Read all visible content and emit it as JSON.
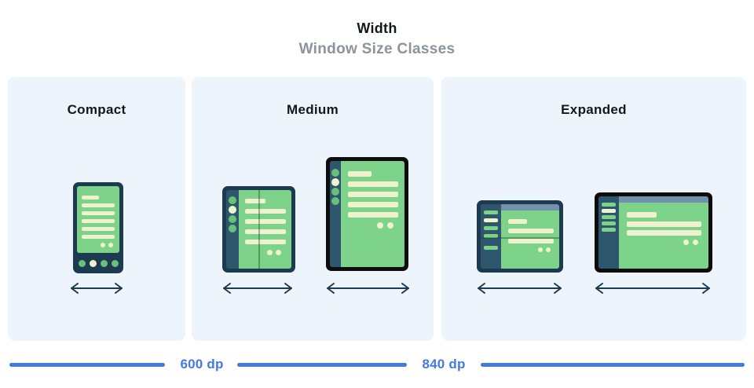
{
  "header": {
    "title": "Width",
    "subtitle": "Window Size Classes"
  },
  "panels": [
    {
      "id": "compact",
      "label": "Compact",
      "devices": [
        "phone"
      ]
    },
    {
      "id": "medium",
      "label": "Medium",
      "devices": [
        "open-foldable-portrait",
        "tablet-portrait"
      ]
    },
    {
      "id": "expanded",
      "label": "Expanded",
      "devices": [
        "open-foldable-landscape",
        "tablet-landscape"
      ]
    }
  ],
  "ruler": {
    "breakpoints": [
      "600 dp",
      "840 dp"
    ]
  },
  "colors": {
    "panel_bg": "#edf4fc",
    "frame_navy": "#1c3b50",
    "frame_black": "#0d0d0d",
    "rail_slate": "#2e576d",
    "screen_green": "#7cd389",
    "accent_cream": "#f0f2cf",
    "circle_green": "#67c17b",
    "topbar_bluegray": "#7191ac",
    "ruler_blue": "#4678e2",
    "subtitle_gray": "#8b939c",
    "title_black": "#15181b"
  }
}
